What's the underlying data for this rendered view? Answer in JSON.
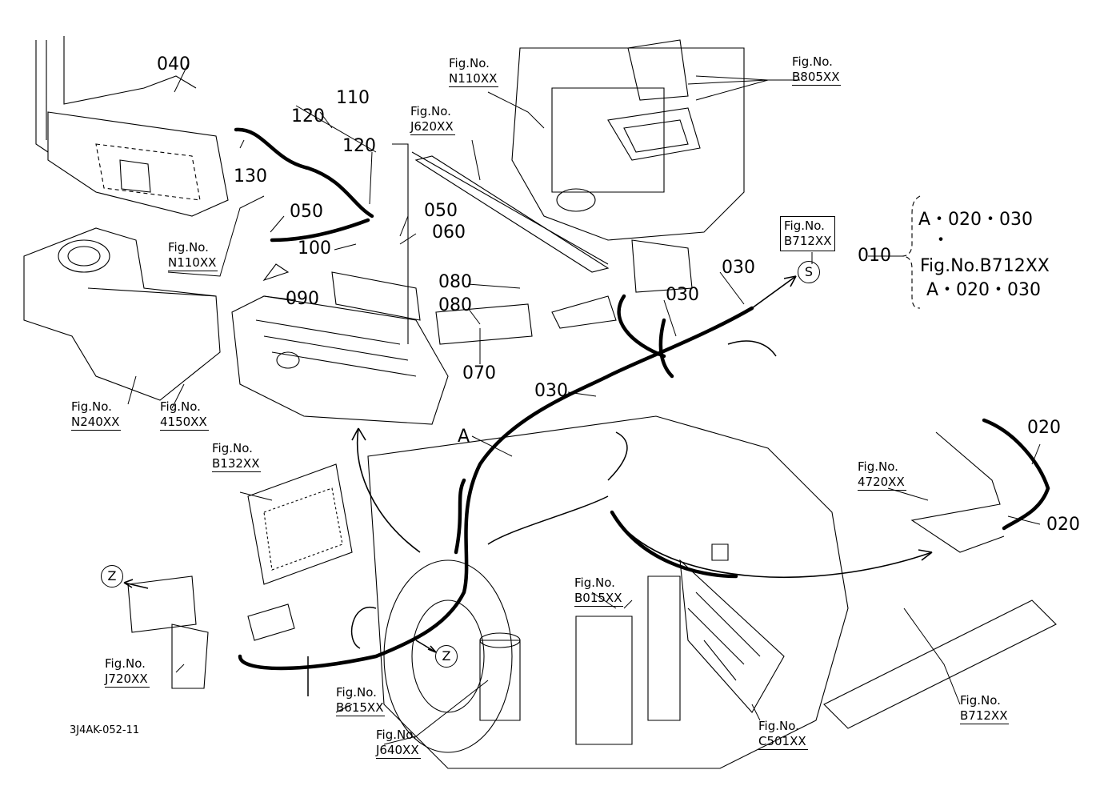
{
  "diagram": {
    "drawing_code": "3J4AK-052-11",
    "part_numbers": {
      "p040": "040",
      "p110": "110",
      "p120a": "120",
      "p120b": "120",
      "p130": "130",
      "p050a": "050",
      "p050b": "050",
      "p060": "060",
      "p100": "100",
      "p090": "090",
      "p080a": "080",
      "p080b": "080",
      "p070": "070",
      "p030a": "030",
      "p030b": "030",
      "p030c": "030",
      "p020a": "020",
      "p020b": "020",
      "p010": "010"
    },
    "fig_prefix": "Fig.No.",
    "fig_refs": {
      "n110_top": "N110XX",
      "j620": "J620XX",
      "b805": "B805XX",
      "b712_box": "B712XX",
      "n110_left": "N110XX",
      "n240": "N240XX",
      "f4150": "4150XX",
      "b132": "B132XX",
      "f4720": "4720XX",
      "b015": "B015XX",
      "j720": "J720XX",
      "b615": "B615XX",
      "j640": "J640XX",
      "c501": "C501XX",
      "b712_bottom": "B712XX"
    },
    "bracket_note": {
      "line1": "A・020・030",
      "dot": "・",
      "line2": "Fig.No.B712XX",
      "line3": "A・020・030"
    },
    "markers": {
      "a": "A",
      "s": "S",
      "z1": "Z",
      "z2": "Z"
    }
  }
}
